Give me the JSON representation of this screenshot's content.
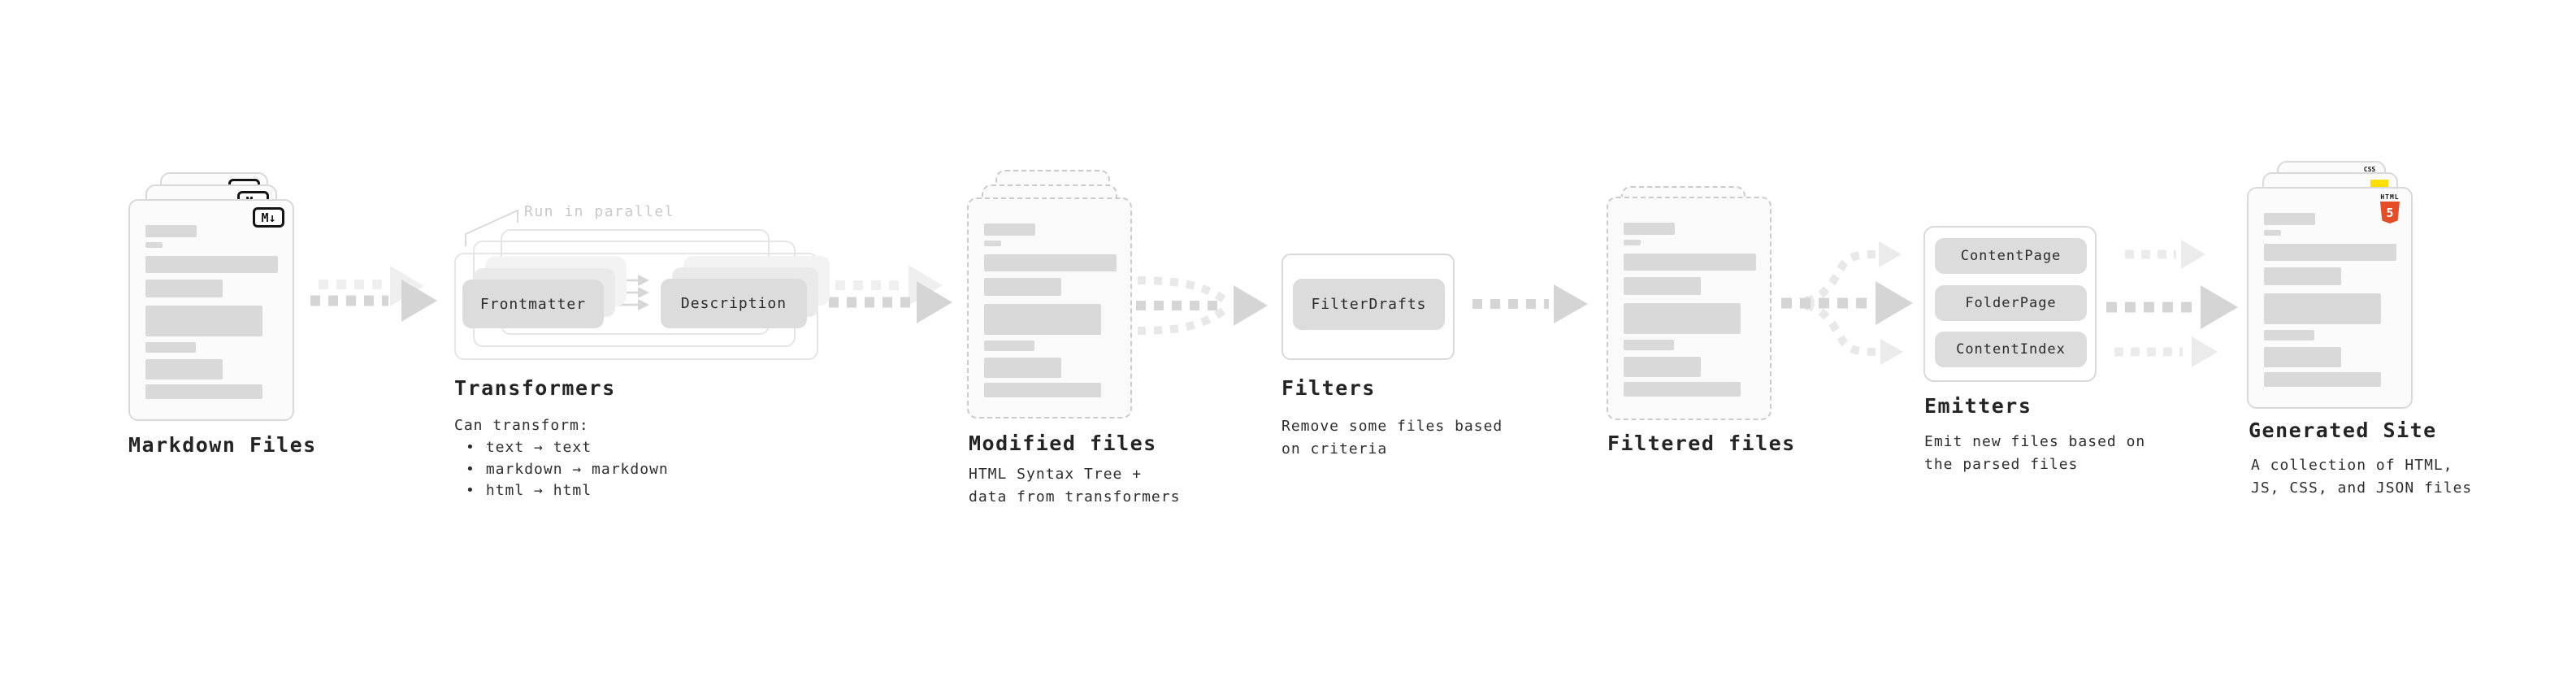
{
  "colors": {
    "html5_orange": "#e44d26",
    "js_yellow": "#ffdf00",
    "css_blue": "#2760e5",
    "skeleton_gray": "#d9d9d9",
    "arrow_gray": "#d5d5d5",
    "arrow_light": "#ececec"
  },
  "stages": {
    "markdown_files": {
      "label": "Markdown Files",
      "badge": "M↓"
    },
    "transformers": {
      "label": "Transformers",
      "annotation": "Run in parallel",
      "nodes": [
        "Frontmatter",
        "Description"
      ],
      "description_title": "Can transform:",
      "bullet_char": "•",
      "bullets": [
        "text → text",
        "markdown → markdown",
        "html → html"
      ]
    },
    "modified_files": {
      "label": "Modified files",
      "description_lines": [
        "HTML Syntax Tree +",
        "data from transformers"
      ]
    },
    "filters": {
      "label": "Filters",
      "nodes": [
        "FilterDrafts"
      ],
      "description_lines": [
        "Remove some files based",
        "on criteria"
      ]
    },
    "filtered_files": {
      "label": "Filtered files"
    },
    "emitters": {
      "label": "Emitters",
      "nodes": [
        "ContentPage",
        "FolderPage",
        "ContentIndex"
      ],
      "description_lines": [
        "Emit new files based on",
        "the parsed files"
      ]
    },
    "generated_site": {
      "label": "Generated Site",
      "description_lines": [
        "A collection of HTML,",
        "JS, CSS, and JSON files"
      ],
      "badges": {
        "html5_label": "HTML",
        "html5_number": "5",
        "css_label": "CSS"
      }
    }
  }
}
